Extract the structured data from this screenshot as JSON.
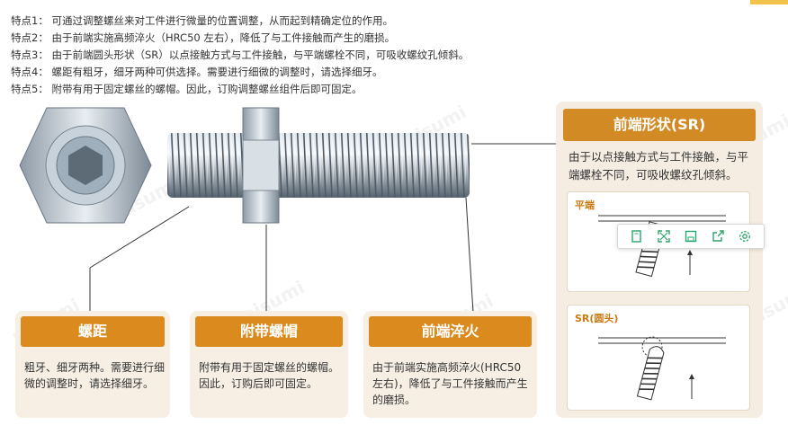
{
  "features": [
    "特点1： 可通过调整螺丝来对工件进行微量的位置调整，从而起到精确定位的作用。",
    "特点2： 由于前端实施高频淬火（HRC50 左右），降低了与工件接触而产生的磨损。",
    "特点3： 由于前端圆头形状（SR）以点接触方式与工件接触，与平端螺栓不同，可吸收螺纹孔倾斜。",
    "特点4： 螺距有粗牙，细牙两种可供选择。需要进行细微的调整时，请选择细牙。",
    "特点5： 附带有用于固定螺丝的螺帽。因此，订购调整螺丝组件后即可固定。"
  ],
  "callouts": {
    "pitch": {
      "title": "螺距",
      "body": "粗牙、细牙两种。需要进行细微的调整时，请选择细牙。"
    },
    "nut": {
      "title": "附带螺帽",
      "body": "附带有用于固定螺丝的螺帽。因此，订购后即可固定。"
    },
    "quench": {
      "title": "前端淬火",
      "body": "由于前端实施高频淬火(HRC50 左右)，降低了与工件接触而产生的磨损。"
    }
  },
  "sr_panel": {
    "title": "前端形状(SR)",
    "body": "由于以点接触方式与工件接触，与平端螺栓不同，可吸收螺纹孔倾斜。",
    "flat_label": "平端",
    "sr_label": "SR(圆头)"
  },
  "watermark": "misumi",
  "colors": {
    "accent": "#db8a1e",
    "panel_bg": "#f7efe4",
    "tip": "#f3c24a"
  },
  "toolbar_icons": [
    "copy-icon",
    "expand-icon",
    "save-icon",
    "share-icon",
    "settings-icon"
  ]
}
